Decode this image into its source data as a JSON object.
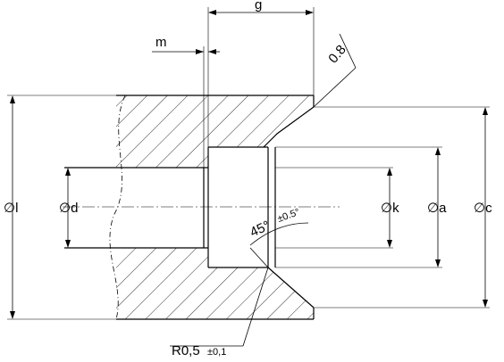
{
  "diagram": {
    "labels": {
      "g": "g",
      "m": "m",
      "chamfer": "0.8",
      "dia_l": "∅l",
      "dia_d": "∅d",
      "dia_k": "∅k",
      "dia_a": "∅a",
      "dia_c": "∅c",
      "angle": "45°",
      "angle_tol": "±0.5°",
      "radius": "R0,5",
      "radius_tol": "±0,1"
    }
  }
}
